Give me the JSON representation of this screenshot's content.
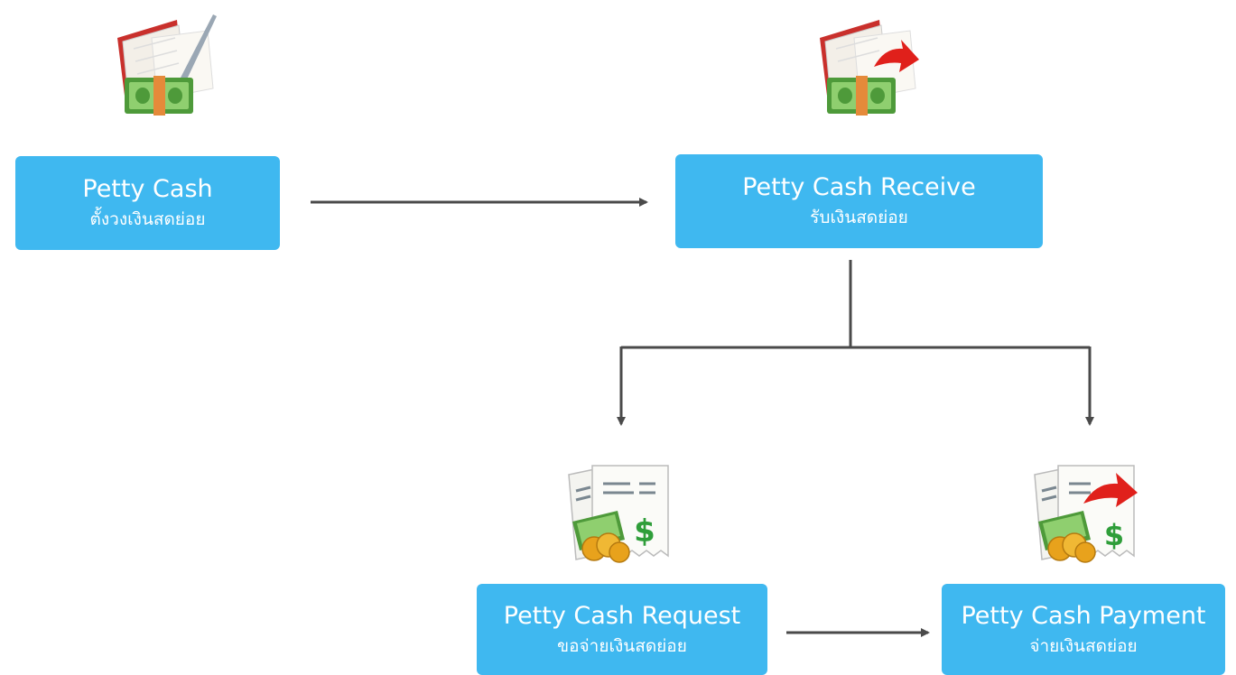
{
  "nodes": {
    "setup": {
      "title": "Petty Cash",
      "subtitle": "ตั้งวงเงินสดย่อย"
    },
    "receive": {
      "title": "Petty Cash Receive",
      "subtitle": "รับเงินสดย่อย"
    },
    "request": {
      "title": "Petty Cash Request",
      "subtitle": "ขอจ่ายเงินสดย่อย"
    },
    "payment": {
      "title": "Petty Cash Payment",
      "subtitle": "จ่ายเงินสดย่อย"
    }
  },
  "icons": {
    "setup": "ledger-money-pen-icon",
    "receive": "ledger-money-arrow-icon",
    "request": "document-money-coins-icon",
    "payment": "document-money-arrow-icon"
  },
  "colors": {
    "node_fill": "#3fb8f0",
    "node_text": "#ffffff",
    "connector": "#4a4a4a",
    "book_red": "#c9302c",
    "money_green": "#4e9a3a",
    "arrow_red": "#e0201b",
    "coin_gold": "#e8a21c",
    "dollar_green": "#2f9e3a"
  }
}
